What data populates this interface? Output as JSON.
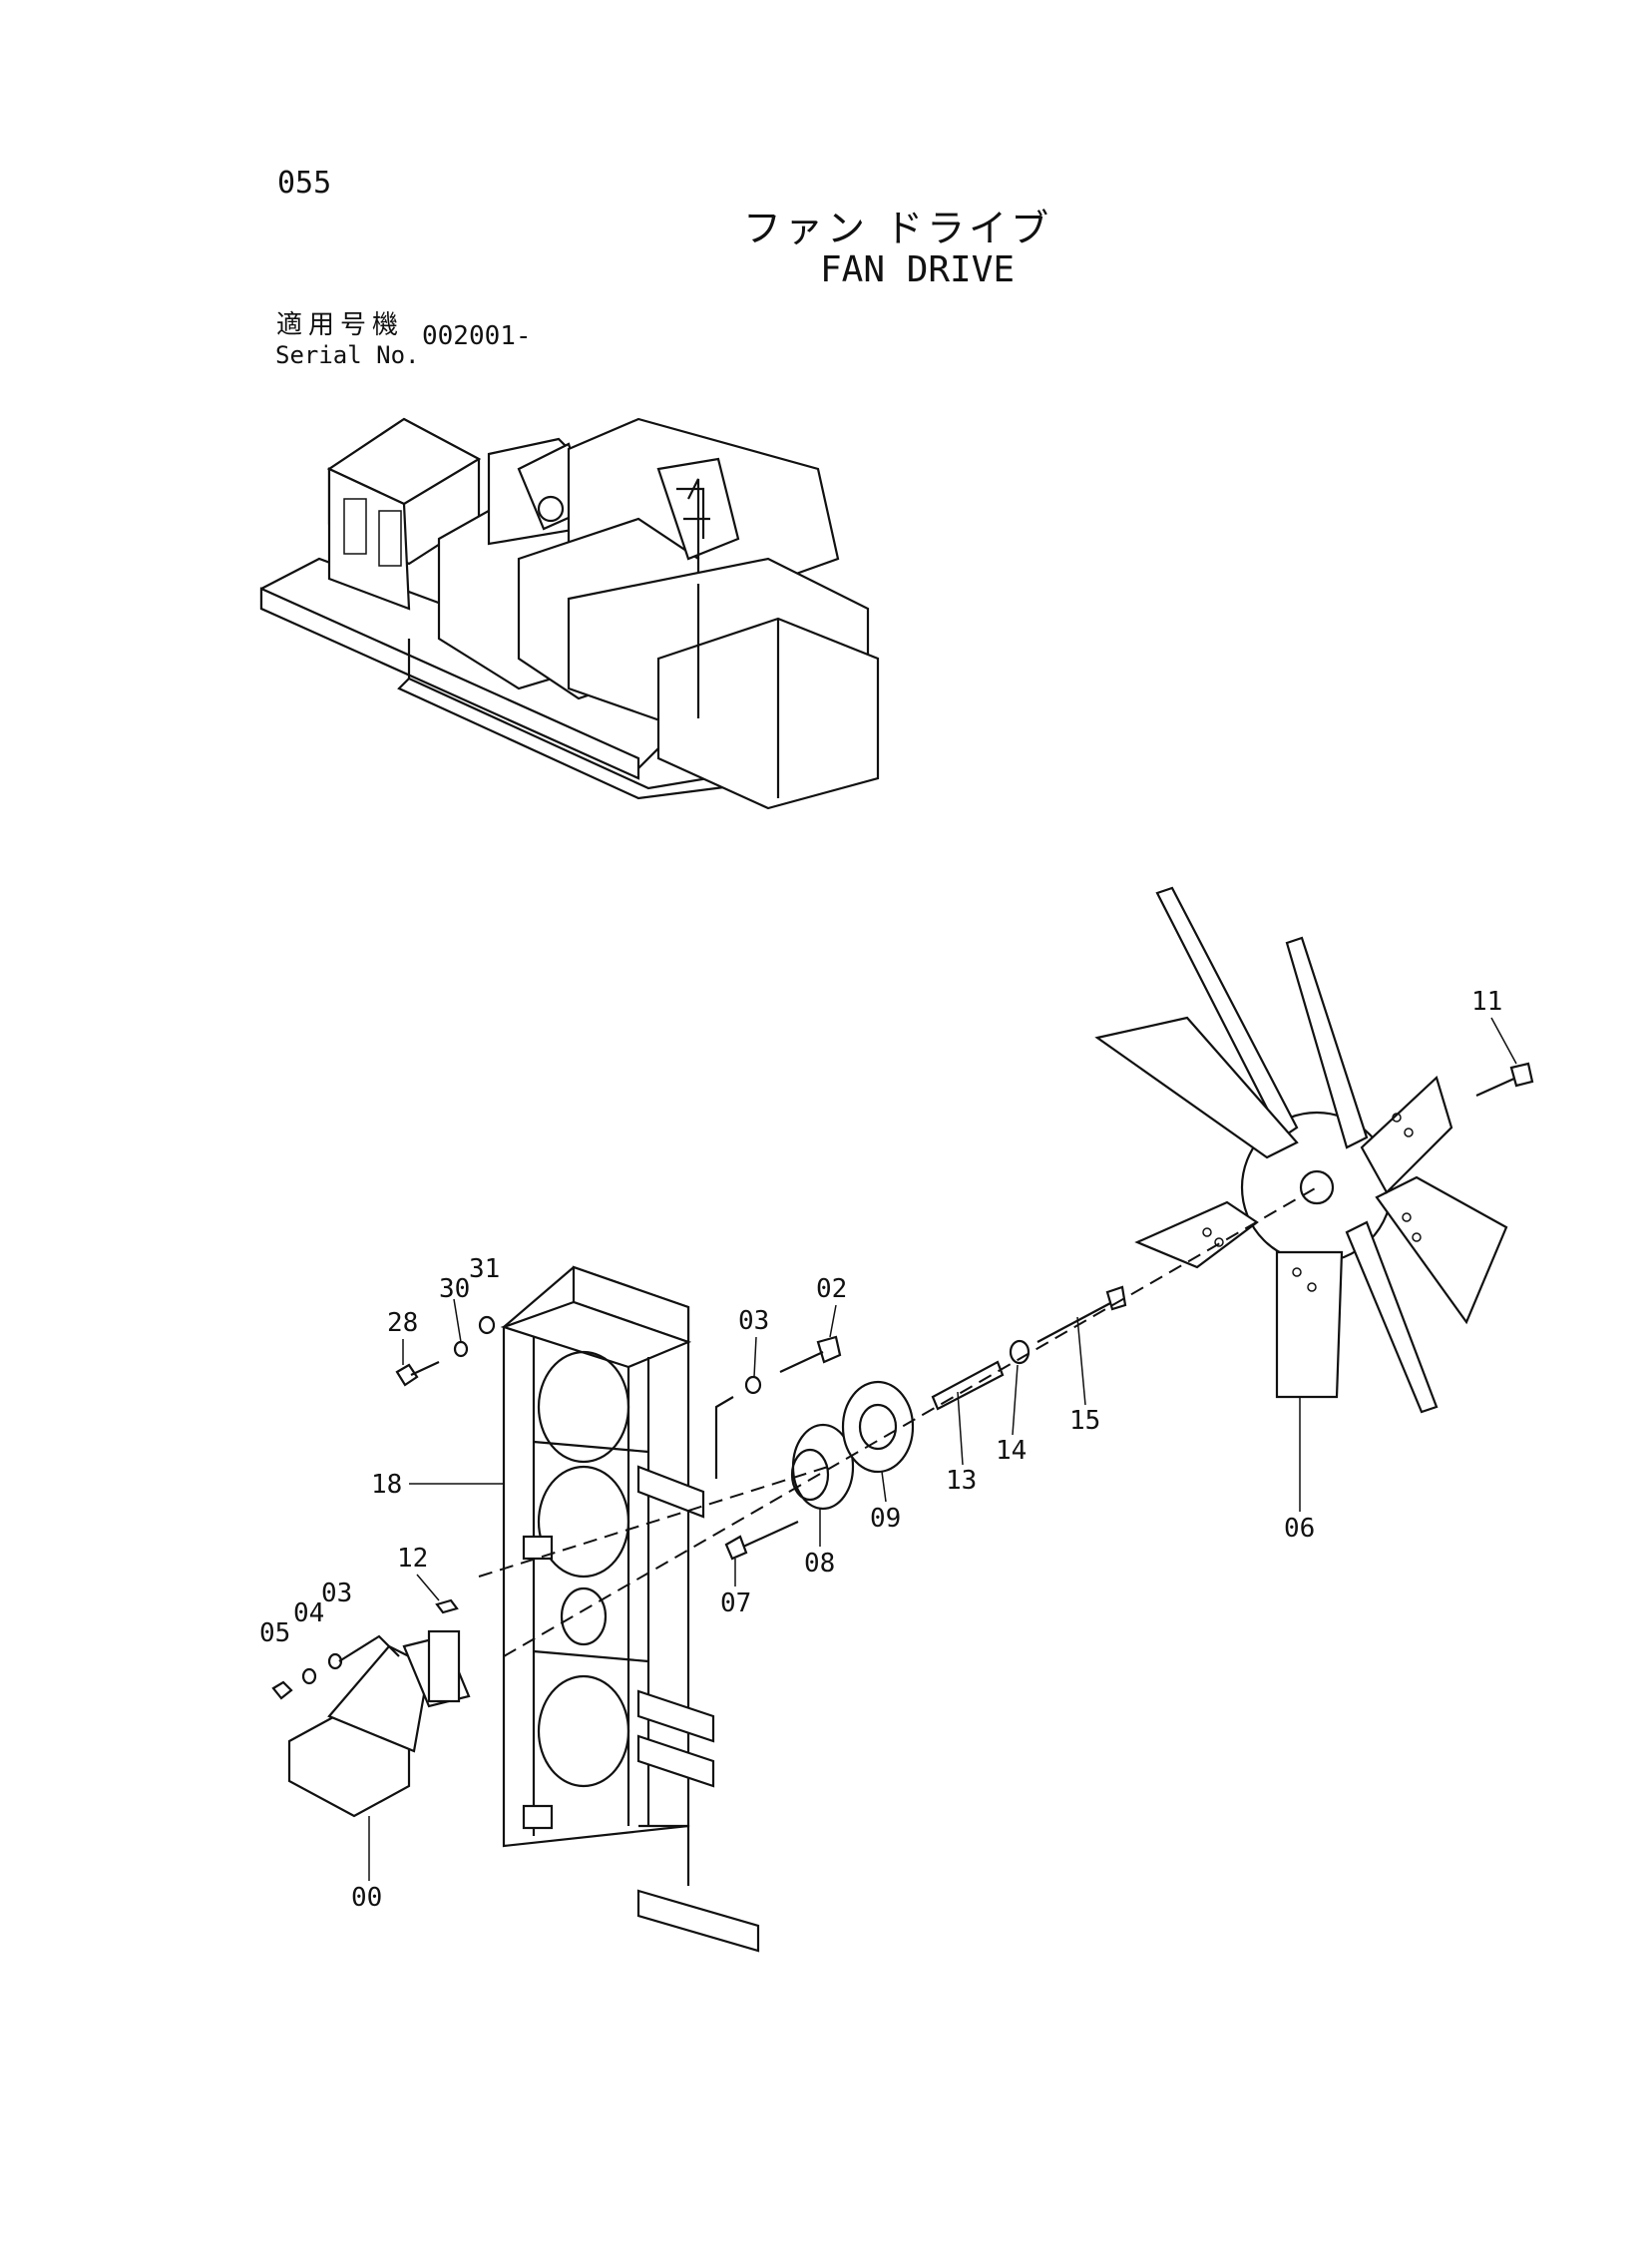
{
  "header": {
    "page_number": "055",
    "title_jp": "ファン ドライブ",
    "title_en": "FAN DRIVE",
    "serial_label_jp": "適用号機",
    "serial_label_en": "Serial No.",
    "serial_value": "002001-"
  },
  "parts": [
    {
      "key": "p11",
      "label": "11"
    },
    {
      "key": "p02",
      "label": "02"
    },
    {
      "key": "p03a",
      "label": "03"
    },
    {
      "key": "p28",
      "label": "28"
    },
    {
      "key": "p30",
      "label": "30"
    },
    {
      "key": "p31",
      "label": "31"
    },
    {
      "key": "p18",
      "label": "18"
    },
    {
      "key": "p15",
      "label": "15"
    },
    {
      "key": "p14",
      "label": "14"
    },
    {
      "key": "p13",
      "label": "13"
    },
    {
      "key": "p09",
      "label": "09"
    },
    {
      "key": "p08",
      "label": "08"
    },
    {
      "key": "p07",
      "label": "07"
    },
    {
      "key": "p06",
      "label": "06"
    },
    {
      "key": "p12",
      "label": "12"
    },
    {
      "key": "p05",
      "label": "05"
    },
    {
      "key": "p04",
      "label": "04"
    },
    {
      "key": "p03b",
      "label": "03"
    },
    {
      "key": "p00",
      "label": "00"
    }
  ]
}
